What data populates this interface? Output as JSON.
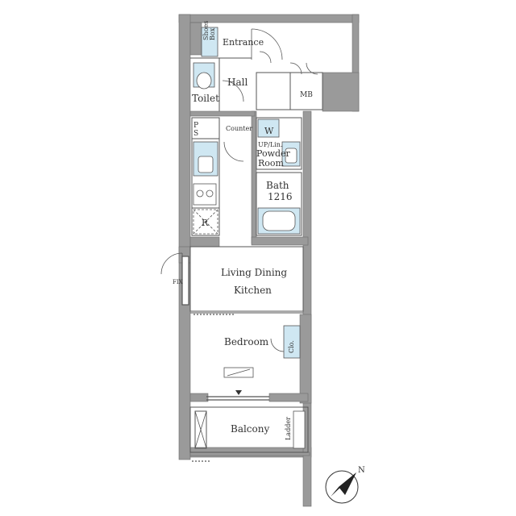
{
  "rooms": {
    "entrance": "Entrance",
    "shoes_box_line1": "Shoes",
    "shoes_box_line2": "Box",
    "hall": "Hall",
    "toilet": "Toilet",
    "mb": "MB",
    "ps_line1": "P",
    "ps_line2": "S",
    "counter": "Counter",
    "washer": "W",
    "up_lin": "UP/Lin.",
    "powder_room_line1": "Powder",
    "powder_room_line2": "Room",
    "bath": "Bath",
    "bath_size": "1216",
    "refrigerator": "R",
    "ldk_line1": "Living Dining",
    "ldk_line2": "Kitchen",
    "bedroom": "Bedroom",
    "closet": "Clo.",
    "balcony": "Balcony",
    "ladder": "Ladder",
    "fix": "FIX"
  },
  "compass": {
    "north": "N"
  },
  "colors": {
    "wall": "#9a9a9a",
    "wall_dark": "#6e6e6e",
    "fixture_blue": "#cfe7f2",
    "line": "#555555"
  }
}
